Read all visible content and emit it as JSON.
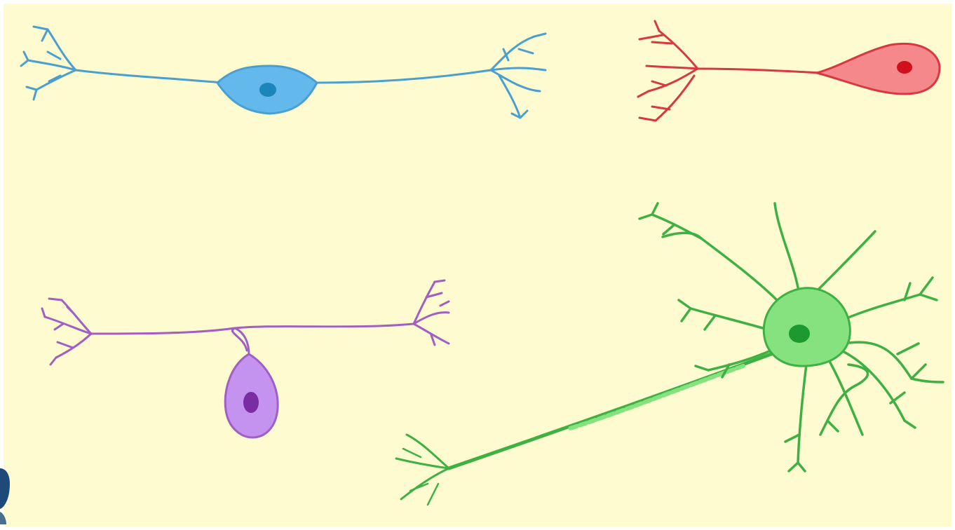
{
  "figure": {
    "background": "#fdfbcf",
    "frame_color": "#ffffff",
    "edge_fragment_color": "#1e4a7a"
  },
  "neurons": [
    {
      "id": "bipolar",
      "color_stroke": "#4a9fd0",
      "color_fill": "#63b8ec",
      "nucleus_color": "#1c86b8"
    },
    {
      "id": "unipolar",
      "color_stroke": "#d8383f",
      "color_fill": "#f4888b",
      "nucleus_color": "#d0101b"
    },
    {
      "id": "pseudounipolar",
      "color_stroke": "#a15fc4",
      "color_fill": "#c493ef",
      "nucleus_color": "#7a2ca3"
    },
    {
      "id": "multipolar",
      "color_stroke": "#3fb043",
      "color_fill": "#86e27e",
      "nucleus_color": "#1c9a30"
    }
  ]
}
